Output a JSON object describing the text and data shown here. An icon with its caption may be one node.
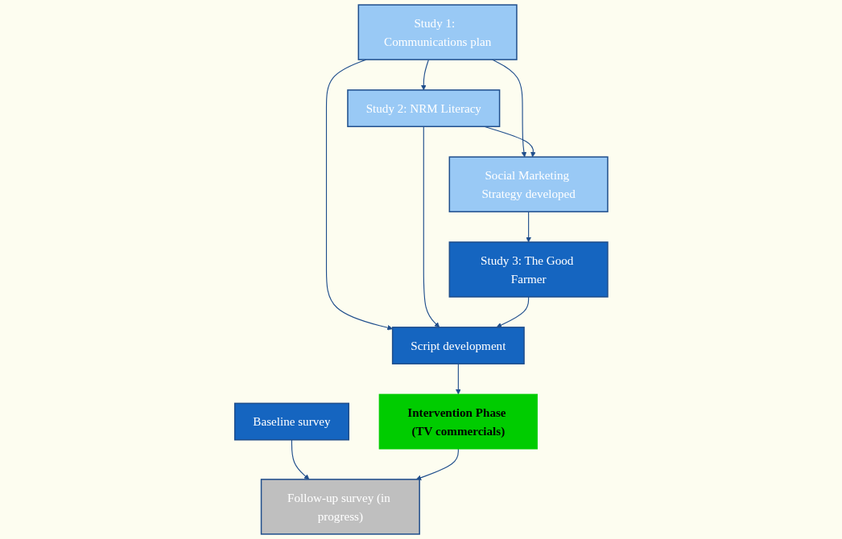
{
  "diagram": {
    "nodes": [
      {
        "text": [
          "Study 1:  Communications plan"
        ]
      },
      {
        "text": [
          "Study 2: NRM Literacy"
        ]
      },
      {
        "text": [
          "Social Marketing Strategy developed"
        ]
      },
      {
        "text": [
          "Study 3: The Good Farmer"
        ]
      },
      {
        "text": [
          "Baseline survey"
        ]
      },
      {
        "text": [
          "Script development"
        ]
      },
      {
        "text": [
          "Intervention Phase (TV commercials)"
        ]
      },
      {
        "text": [
          "Follow-up survey (in progress)"
        ]
      }
    ],
    "edges": [
      {
        "from": 0,
        "to": 1,
        "arrow": "to"
      },
      {
        "from": 0,
        "to": 2,
        "arrow": "to"
      },
      {
        "from": 1,
        "to": 2,
        "arrow": "to"
      },
      {
        "from": 2,
        "to": 3,
        "arrow": "to"
      },
      {
        "from": 0,
        "to": 5,
        "arrow": "to"
      },
      {
        "from": 1,
        "to": 5,
        "arrow": "to"
      },
      {
        "from": 3,
        "to": 5,
        "arrow": "to"
      },
      {
        "from": 5,
        "to": 6,
        "arrow": "to"
      },
      {
        "from": 4,
        "to": 7,
        "arrow": "to"
      },
      {
        "from": 6,
        "to": 7,
        "arrow": "to"
      }
    ]
  }
}
